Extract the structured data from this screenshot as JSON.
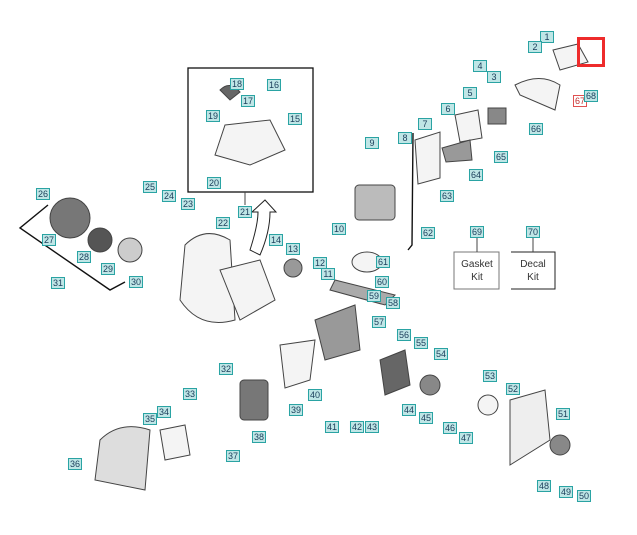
{
  "diagram": {
    "callouts": [
      "1",
      "2",
      "3",
      "4",
      "5",
      "6",
      "7",
      "8",
      "9",
      "10",
      "11",
      "12",
      "13",
      "14",
      "15",
      "16",
      "17",
      "18",
      "19",
      "20",
      "21",
      "22",
      "23",
      "24",
      "25",
      "26",
      "27",
      "28",
      "29",
      "30",
      "31",
      "32",
      "33",
      "34",
      "35",
      "36",
      "37",
      "38",
      "39",
      "40",
      "41",
      "42",
      "43",
      "44",
      "45",
      "46",
      "47",
      "48",
      "49",
      "50",
      "51",
      "52",
      "53",
      "54",
      "55",
      "56",
      "57",
      "58",
      "59",
      "60",
      "61",
      "62",
      "63",
      "64",
      "65",
      "66",
      "67",
      "68",
      "69",
      "70"
    ],
    "highlighted_callout": "67",
    "kits": {
      "gasket": {
        "number": "69",
        "label": "Gasket\nKit"
      },
      "decal": {
        "number": "70",
        "label": "Decal\nKit"
      }
    },
    "colors": {
      "callout_fill": "#bfe6e6",
      "callout_border": "#2aa3a3",
      "highlight": "#ee2b2b",
      "part_stroke": "#444444"
    }
  }
}
